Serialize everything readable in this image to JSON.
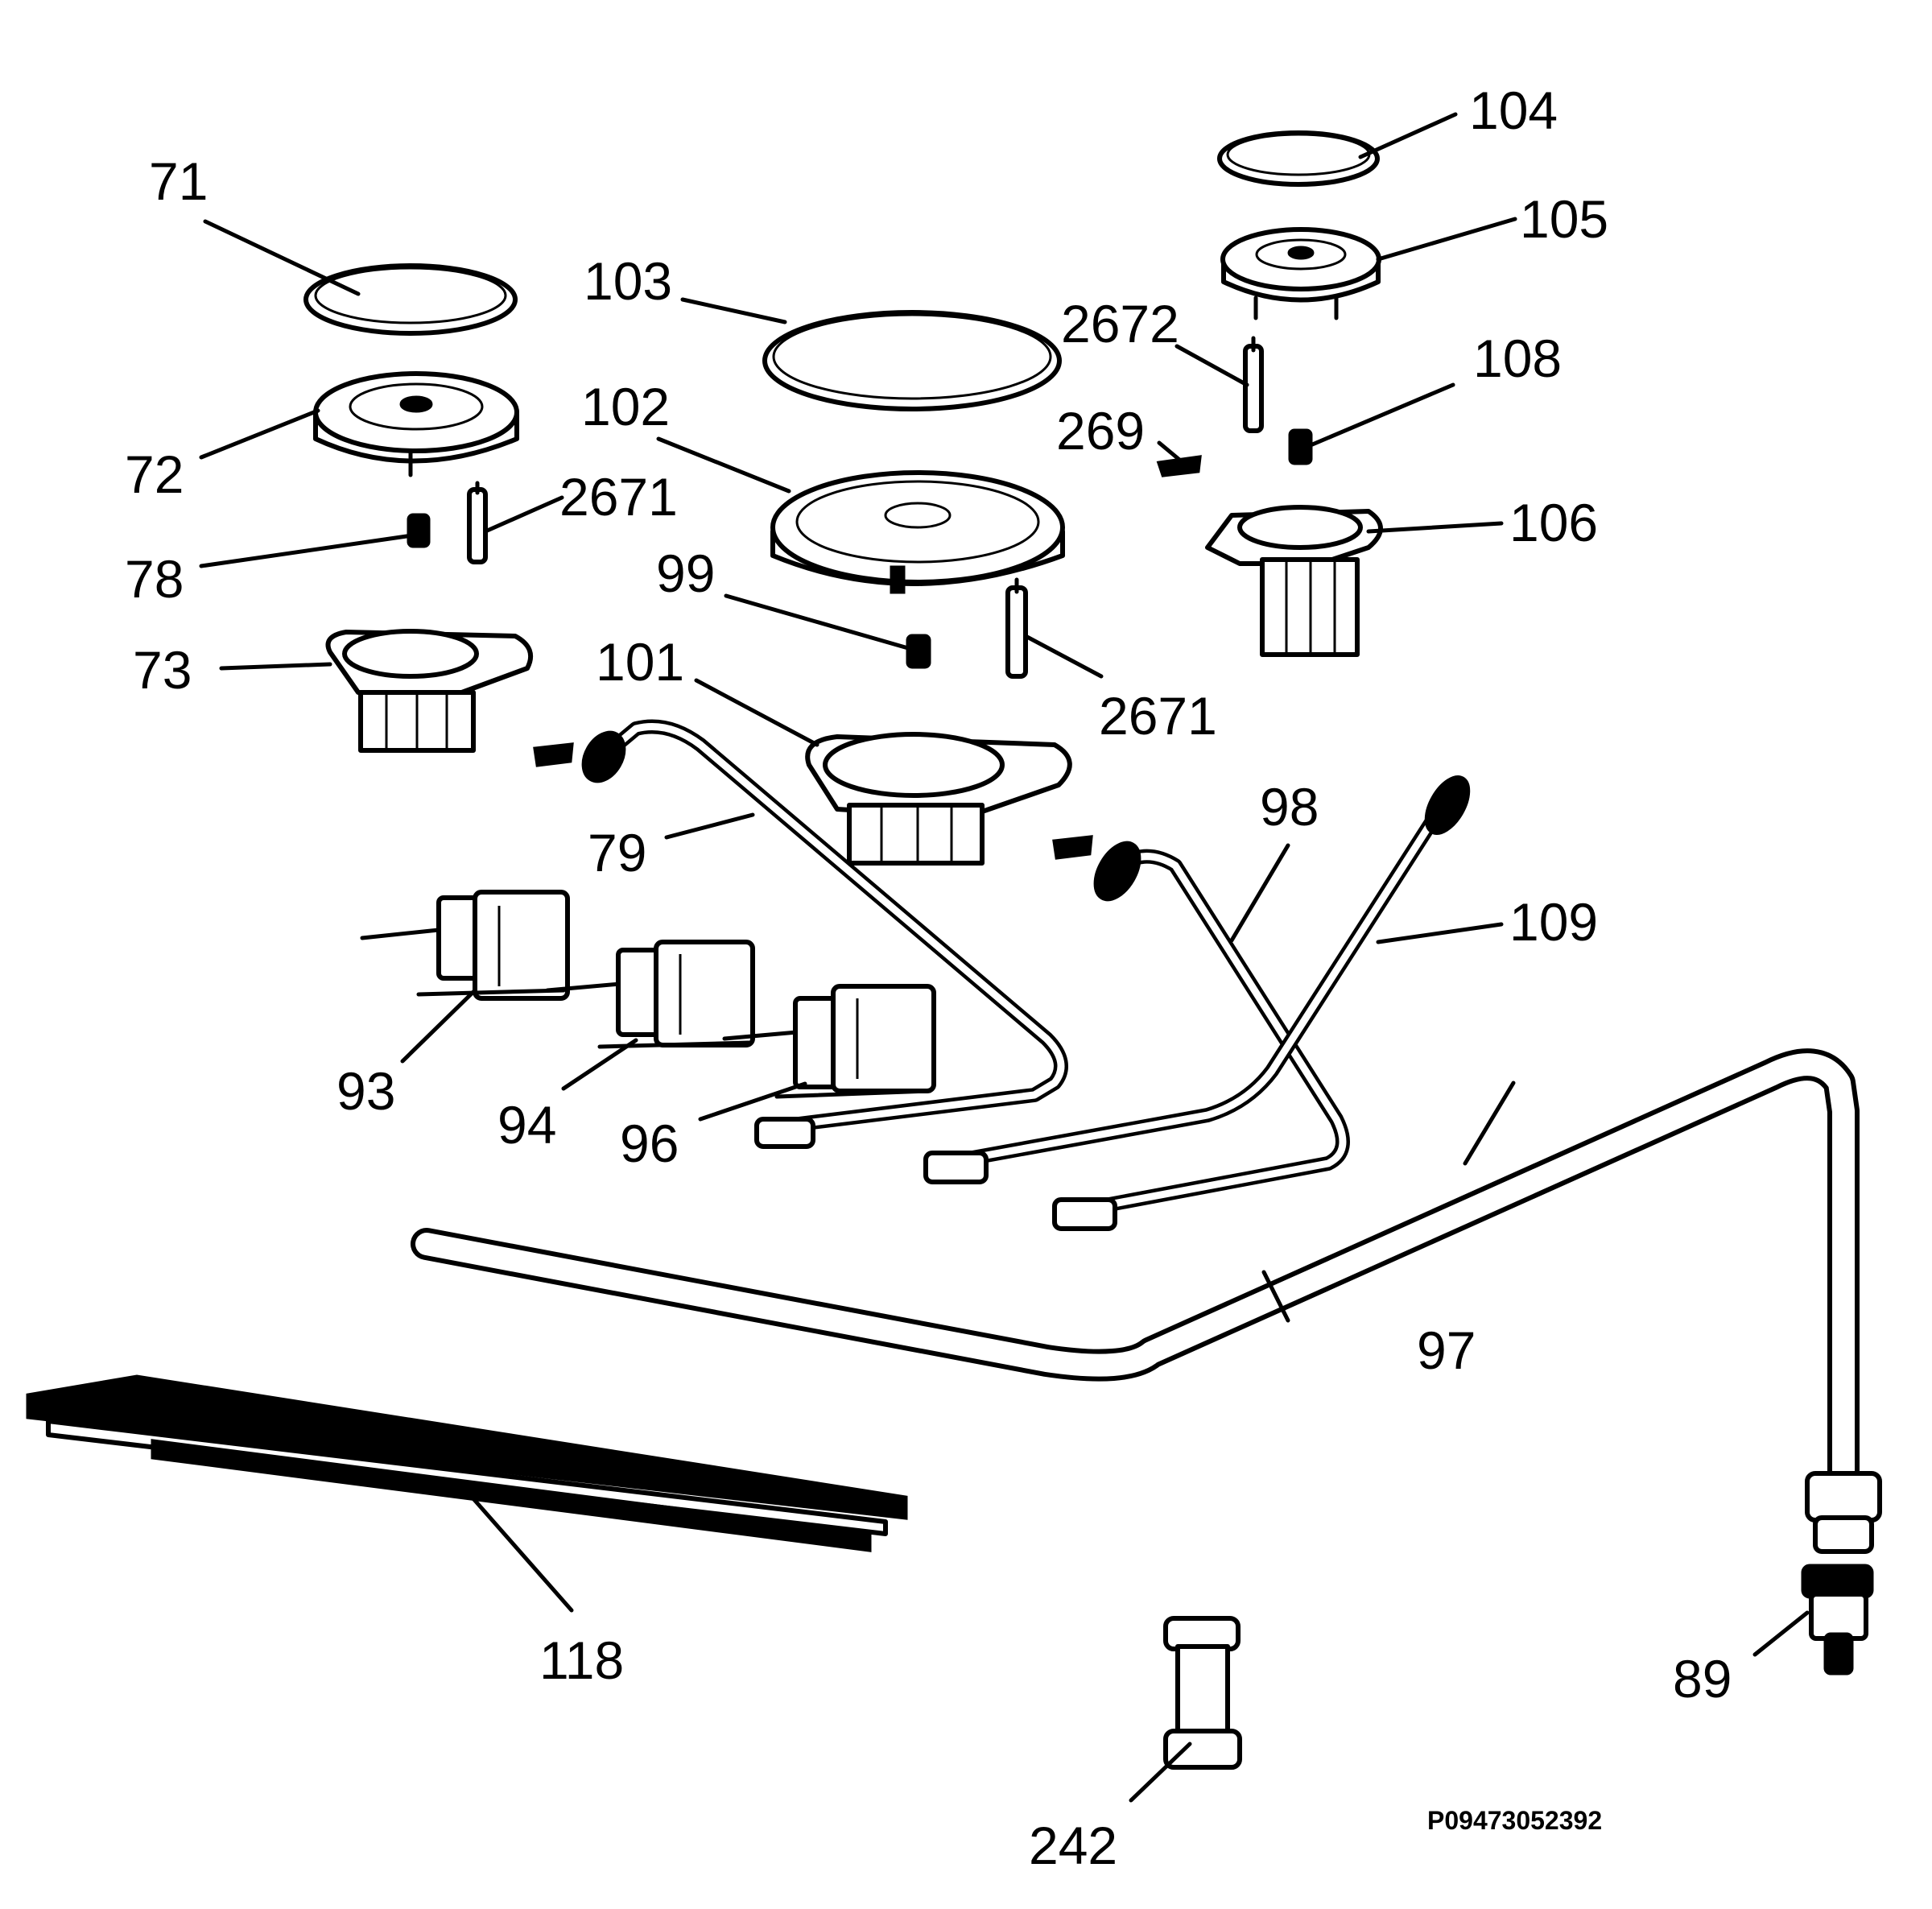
{
  "diagram": {
    "code": "P09473052392",
    "labels": {
      "l71": "71",
      "l72": "72",
      "l73": "73",
      "l78": "78",
      "l79": "79",
      "l89": "89",
      "l93": "93",
      "l94": "94",
      "l96": "96",
      "l97": "97",
      "l98": "98",
      "l99": "99",
      "l101": "101",
      "l102": "102",
      "l103": "103",
      "l104": "104",
      "l105": "105",
      "l106": "106",
      "l108": "108",
      "l109": "109",
      "l118": "118",
      "l242": "242",
      "l269": "269",
      "l2671a": "2671",
      "l2671b": "2671",
      "l2672": "2672"
    }
  }
}
